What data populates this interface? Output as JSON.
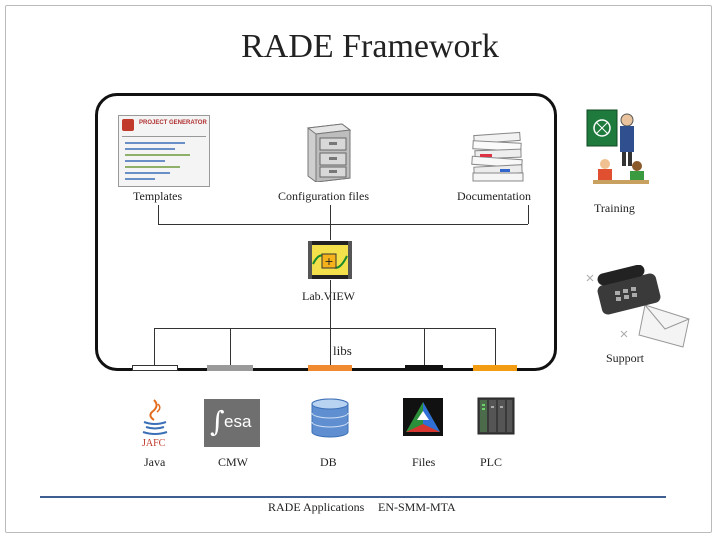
{
  "title": "RADE Framework",
  "nodes": {
    "templates": "Templates",
    "configuration_files": "Configuration files",
    "documentation": "Documentation",
    "training": "Training",
    "labview": "Lab.VIEW",
    "libs": "libs",
    "support": "Support",
    "java": "Java",
    "cmw": "CMW",
    "db": "DB",
    "files": "Files",
    "plc": "PLC"
  },
  "icons": {
    "jafc_label": "JAFC",
    "esa_label": "esa",
    "templates_screenshot_text": "PROJECT GENERATOR"
  },
  "lib_colors": {
    "java": "#ffffff",
    "cmw": "#9a9a9a",
    "db": "#f08a30",
    "files": "#111111",
    "plc": "#f39c12"
  },
  "footer": {
    "left": "RADE Applications",
    "right": "EN-SMM-MTA"
  }
}
